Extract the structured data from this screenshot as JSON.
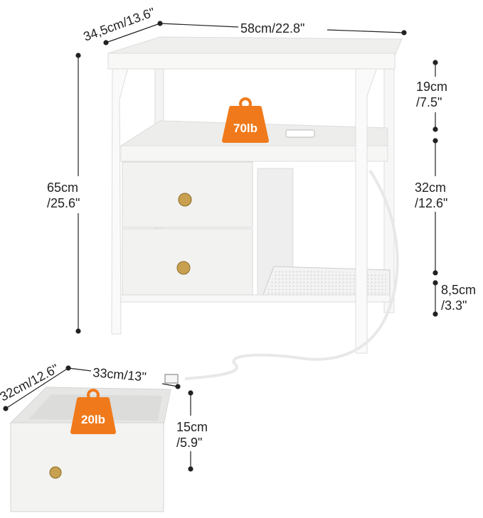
{
  "colors": {
    "accent": "#f07a1b",
    "line": "#222222",
    "wood": "#f1f1ef"
  },
  "table": {
    "depth_label": "34,5cm/13.6\"",
    "width_label": "58cm/22.8\"",
    "height_label_cm": "65cm",
    "height_label_in": "/25.6\"",
    "top_gap_cm": "19cm",
    "top_gap_in": "/7.5\"",
    "middle_gap_cm": "32cm",
    "middle_gap_in": "/12.6\"",
    "bottom_gap_cm": "8,5cm",
    "bottom_gap_in": "/3.3\"",
    "weight_capacity": "70lb",
    "weight_icon": "weight-icon"
  },
  "drawer": {
    "depth_label": "32cm/12.6\"",
    "width_label": "33cm/13\"",
    "height_label_cm": "15cm",
    "height_label_in": "/5.9\"",
    "weight_capacity": "20lb",
    "weight_icon": "weight-icon"
  }
}
